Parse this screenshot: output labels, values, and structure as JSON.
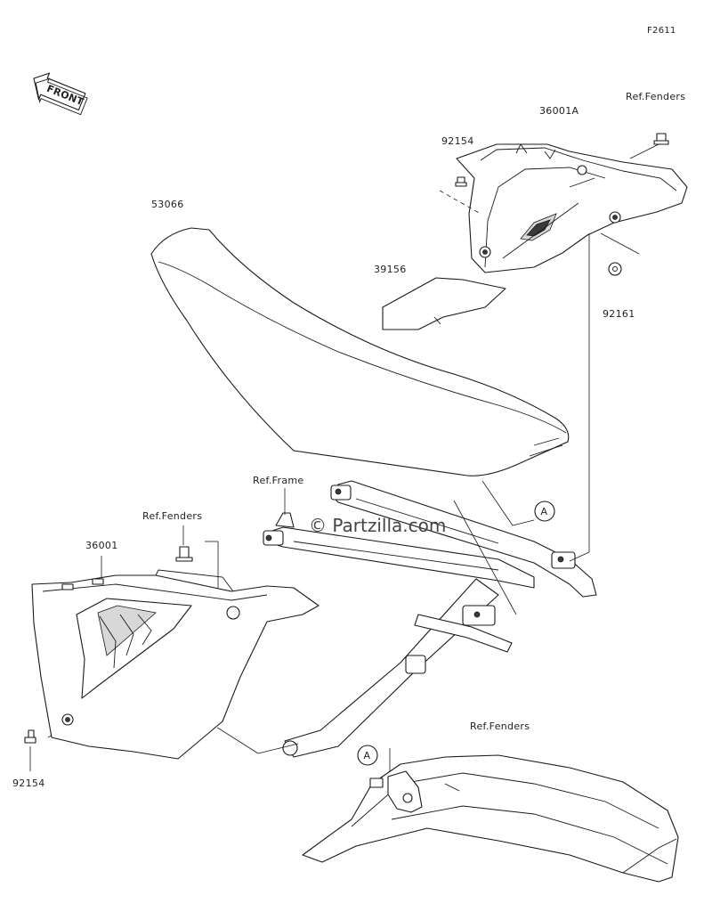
{
  "figure_code": "F2611",
  "front_label": "FRONT",
  "watermark": "© Partzilla.com",
  "callouts": {
    "side_cover_right": "36001A",
    "bolt_upper": "92154",
    "ref_fenders_upper": "Ref.Fenders",
    "seat": "53066",
    "pad": "39156",
    "collar": "92161",
    "ref_frame": "Ref.Frame",
    "ref_fenders_left": "Ref.Fenders",
    "side_cover_left": "36001",
    "bolt_lower": "92154",
    "ref_fenders_lower": "Ref.Fenders",
    "marker_a": "A",
    "marker_a_lower": "A"
  }
}
